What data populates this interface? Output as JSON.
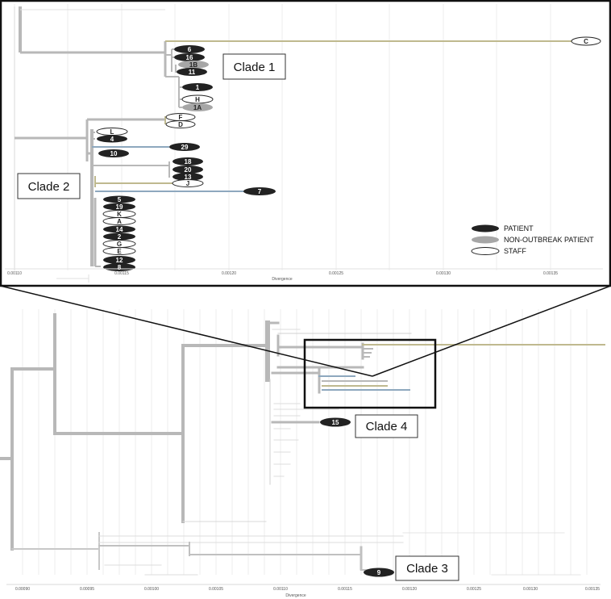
{
  "colors": {
    "patient": "#222222",
    "non_outbreak": "#a6a6a6",
    "staff": "#ffffff",
    "branch": "#b8b8b8",
    "branch_thin": "#d4d4d4",
    "olive": "#bfb98f",
    "blue": "#8ea8be",
    "frame": "#111111"
  },
  "inset": {
    "axis_title": "Divergence",
    "ticks": [
      "0.00110",
      "0.00115",
      "0.00120",
      "0.00125",
      "0.00130",
      "0.00135"
    ],
    "clade_labels": [
      "Clade 1",
      "Clade 2"
    ],
    "nodes": [
      {
        "label": "C",
        "type": "staff"
      },
      {
        "label": "6",
        "type": "patient"
      },
      {
        "label": "16",
        "type": "patient"
      },
      {
        "label": "1B",
        "type": "non_outbreak"
      },
      {
        "label": "11",
        "type": "patient"
      },
      {
        "label": "1",
        "type": "patient"
      },
      {
        "label": "H",
        "type": "staff"
      },
      {
        "label": "1A",
        "type": "non_outbreak"
      },
      {
        "label": "F",
        "type": "staff"
      },
      {
        "label": "D",
        "type": "staff"
      },
      {
        "label": "L",
        "type": "staff"
      },
      {
        "label": "4",
        "type": "patient"
      },
      {
        "label": "29",
        "type": "patient"
      },
      {
        "label": "10",
        "type": "patient"
      },
      {
        "label": "18",
        "type": "patient"
      },
      {
        "label": "20",
        "type": "patient"
      },
      {
        "label": "13",
        "type": "patient"
      },
      {
        "label": "J",
        "type": "staff"
      },
      {
        "label": "7",
        "type": "patient"
      },
      {
        "label": "5",
        "type": "patient"
      },
      {
        "label": "19",
        "type": "patient"
      },
      {
        "label": "K",
        "type": "staff"
      },
      {
        "label": "A",
        "type": "staff"
      },
      {
        "label": "14",
        "type": "patient"
      },
      {
        "label": "2",
        "type": "patient"
      },
      {
        "label": "G",
        "type": "staff"
      },
      {
        "label": "E",
        "type": "staff"
      },
      {
        "label": "12",
        "type": "patient"
      },
      {
        "label": "8",
        "type": "patient"
      }
    ],
    "legend": [
      {
        "label": "PATIENT",
        "type": "patient"
      },
      {
        "label": "NON-OUTBREAK PATIENT",
        "type": "non_outbreak"
      },
      {
        "label": "STAFF",
        "type": "staff"
      }
    ]
  },
  "main": {
    "axis_title": "Divergence",
    "ticks": [
      "0.00090",
      "0.00095",
      "0.00100",
      "0.00105",
      "0.00110",
      "0.00115",
      "0.00120",
      "0.00125",
      "0.00130",
      "0.00135"
    ],
    "clade_labels": [
      "Clade 4",
      "Clade 3"
    ],
    "nodes": [
      {
        "label": "15",
        "type": "patient"
      },
      {
        "label": "9",
        "type": "patient"
      }
    ]
  }
}
